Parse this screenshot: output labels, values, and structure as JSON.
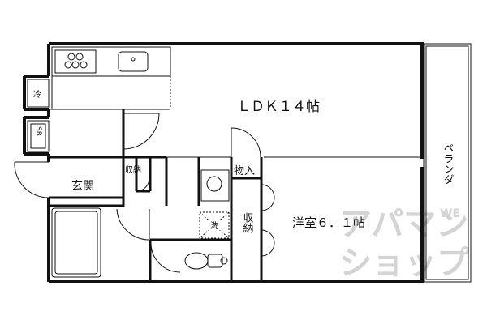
{
  "rooms": {
    "ldk": "ＬＤＫ１４帖",
    "western": "洋室６．１帖",
    "balcony": "ベランダ",
    "entrance": "玄関",
    "storage_small": "収納",
    "storage_tall": "収納",
    "closet": "物入",
    "fridge": "冷",
    "shoe_box": "SB",
    "washer": "洗"
  },
  "watermark": {
    "line1": "アパマン",
    "line2": "ショップ",
    "small": "WE"
  }
}
